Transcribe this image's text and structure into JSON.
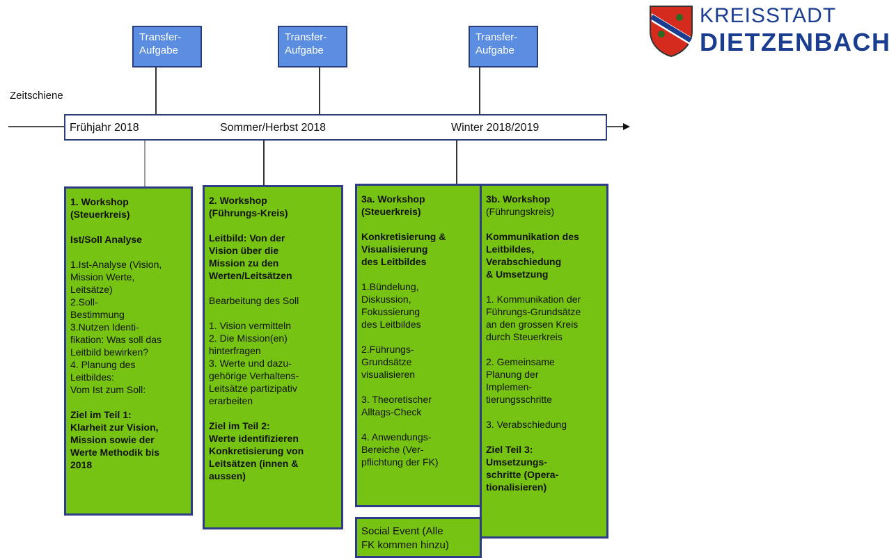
{
  "logo": {
    "line1": "KREISSTADT",
    "line2": "DIETZENBACH"
  },
  "transfer": [
    {
      "label": "Transfer-\nAufgabe"
    },
    {
      "label": "Transfer-\nAufgabe"
    },
    {
      "label": "Transfer-\nAufgabe"
    }
  ],
  "timeline": {
    "label": "Zeitschiene",
    "periods": [
      "Frühjahr 2018",
      "Sommer/Herbst 2018",
      "Winter 2018/2019"
    ]
  },
  "workshops": [
    {
      "title": "1. Workshop\n(Steuerkreis)",
      "subtitle": "Ist/Soll Analyse",
      "body": "1.Ist-Analyse (Vision,\nMission Werte,\nLeitsätze)\n2.Soll-\nBestimmung\n3.Nutzen Identi-\nfikation: Was soll das\nLeitbild bewirken?\n4. Planung des\nLeitbildes:\nVom Ist zum Soll:",
      "goal": "Ziel im Teil 1:\nKlarheit zur  Vision,\nMission sowie der\nWerte Methodik bis\n2018"
    },
    {
      "title": "2. Workshop\n(Führungs-Kreis)",
      "subtitle": "Leitbild: Von der\nVision über die\nMission zu den\nWerten/Leitsätzen",
      "body1": "Bearbeitung des Soll",
      "body": "1. Vision vermitteln\n2. Die Mission(en)\n    hinterfragen\n3. Werte und dazu-\n    gehörige Verhaltens-\n    Leitsätze partizipativ\n    erarbeiten",
      "goal": "Ziel im Teil 2:\nWerte identifizieren\nKonkretisierung von\nLeitsätzen (innen &\naussen)"
    },
    {
      "title": "3a. Workshop\n(Steuerkreis)",
      "subtitle": "Konkretisierung &\nVisualisierung\ndes Leitbildes",
      "body": "1.Bündelung,\nDiskussion,\nFokussierung\ndes Leitbildes",
      "body2": "2.Führungs-\nGrundsätze\nvisualisieren",
      "body3": "3. Theoretischer\nAlltags-Check",
      "body4": "4. Anwendungs-\nBereiche (Ver-\npflichtung der FK)"
    },
    {
      "title": "3b. Workshop",
      "title2": "(Führungskreis)",
      "subtitle": "Kommunikation des\nLeitbildes,\nVerabschiedung\n& Umsetzung",
      "body": "1. Kommunikation der\nFührungs-Grundsätze\nan den grossen Kreis\ndurch Steuerkreis",
      "body2": "2. Gemeinsame\nPlanung der\nImplemen-\ntierungsschritte",
      "body3": "3. Verabschiedung",
      "goal": "Ziel Teil 3:\nUmsetzungs-\nschritte (Opera-\ntionalisieren)"
    }
  ],
  "social_event": "Social Event (Alle\nFK kommen hinzu)",
  "colors": {
    "box_green": "#77c313",
    "box_border": "#2e3c87",
    "transfer_blue": "#5b8ee0"
  }
}
